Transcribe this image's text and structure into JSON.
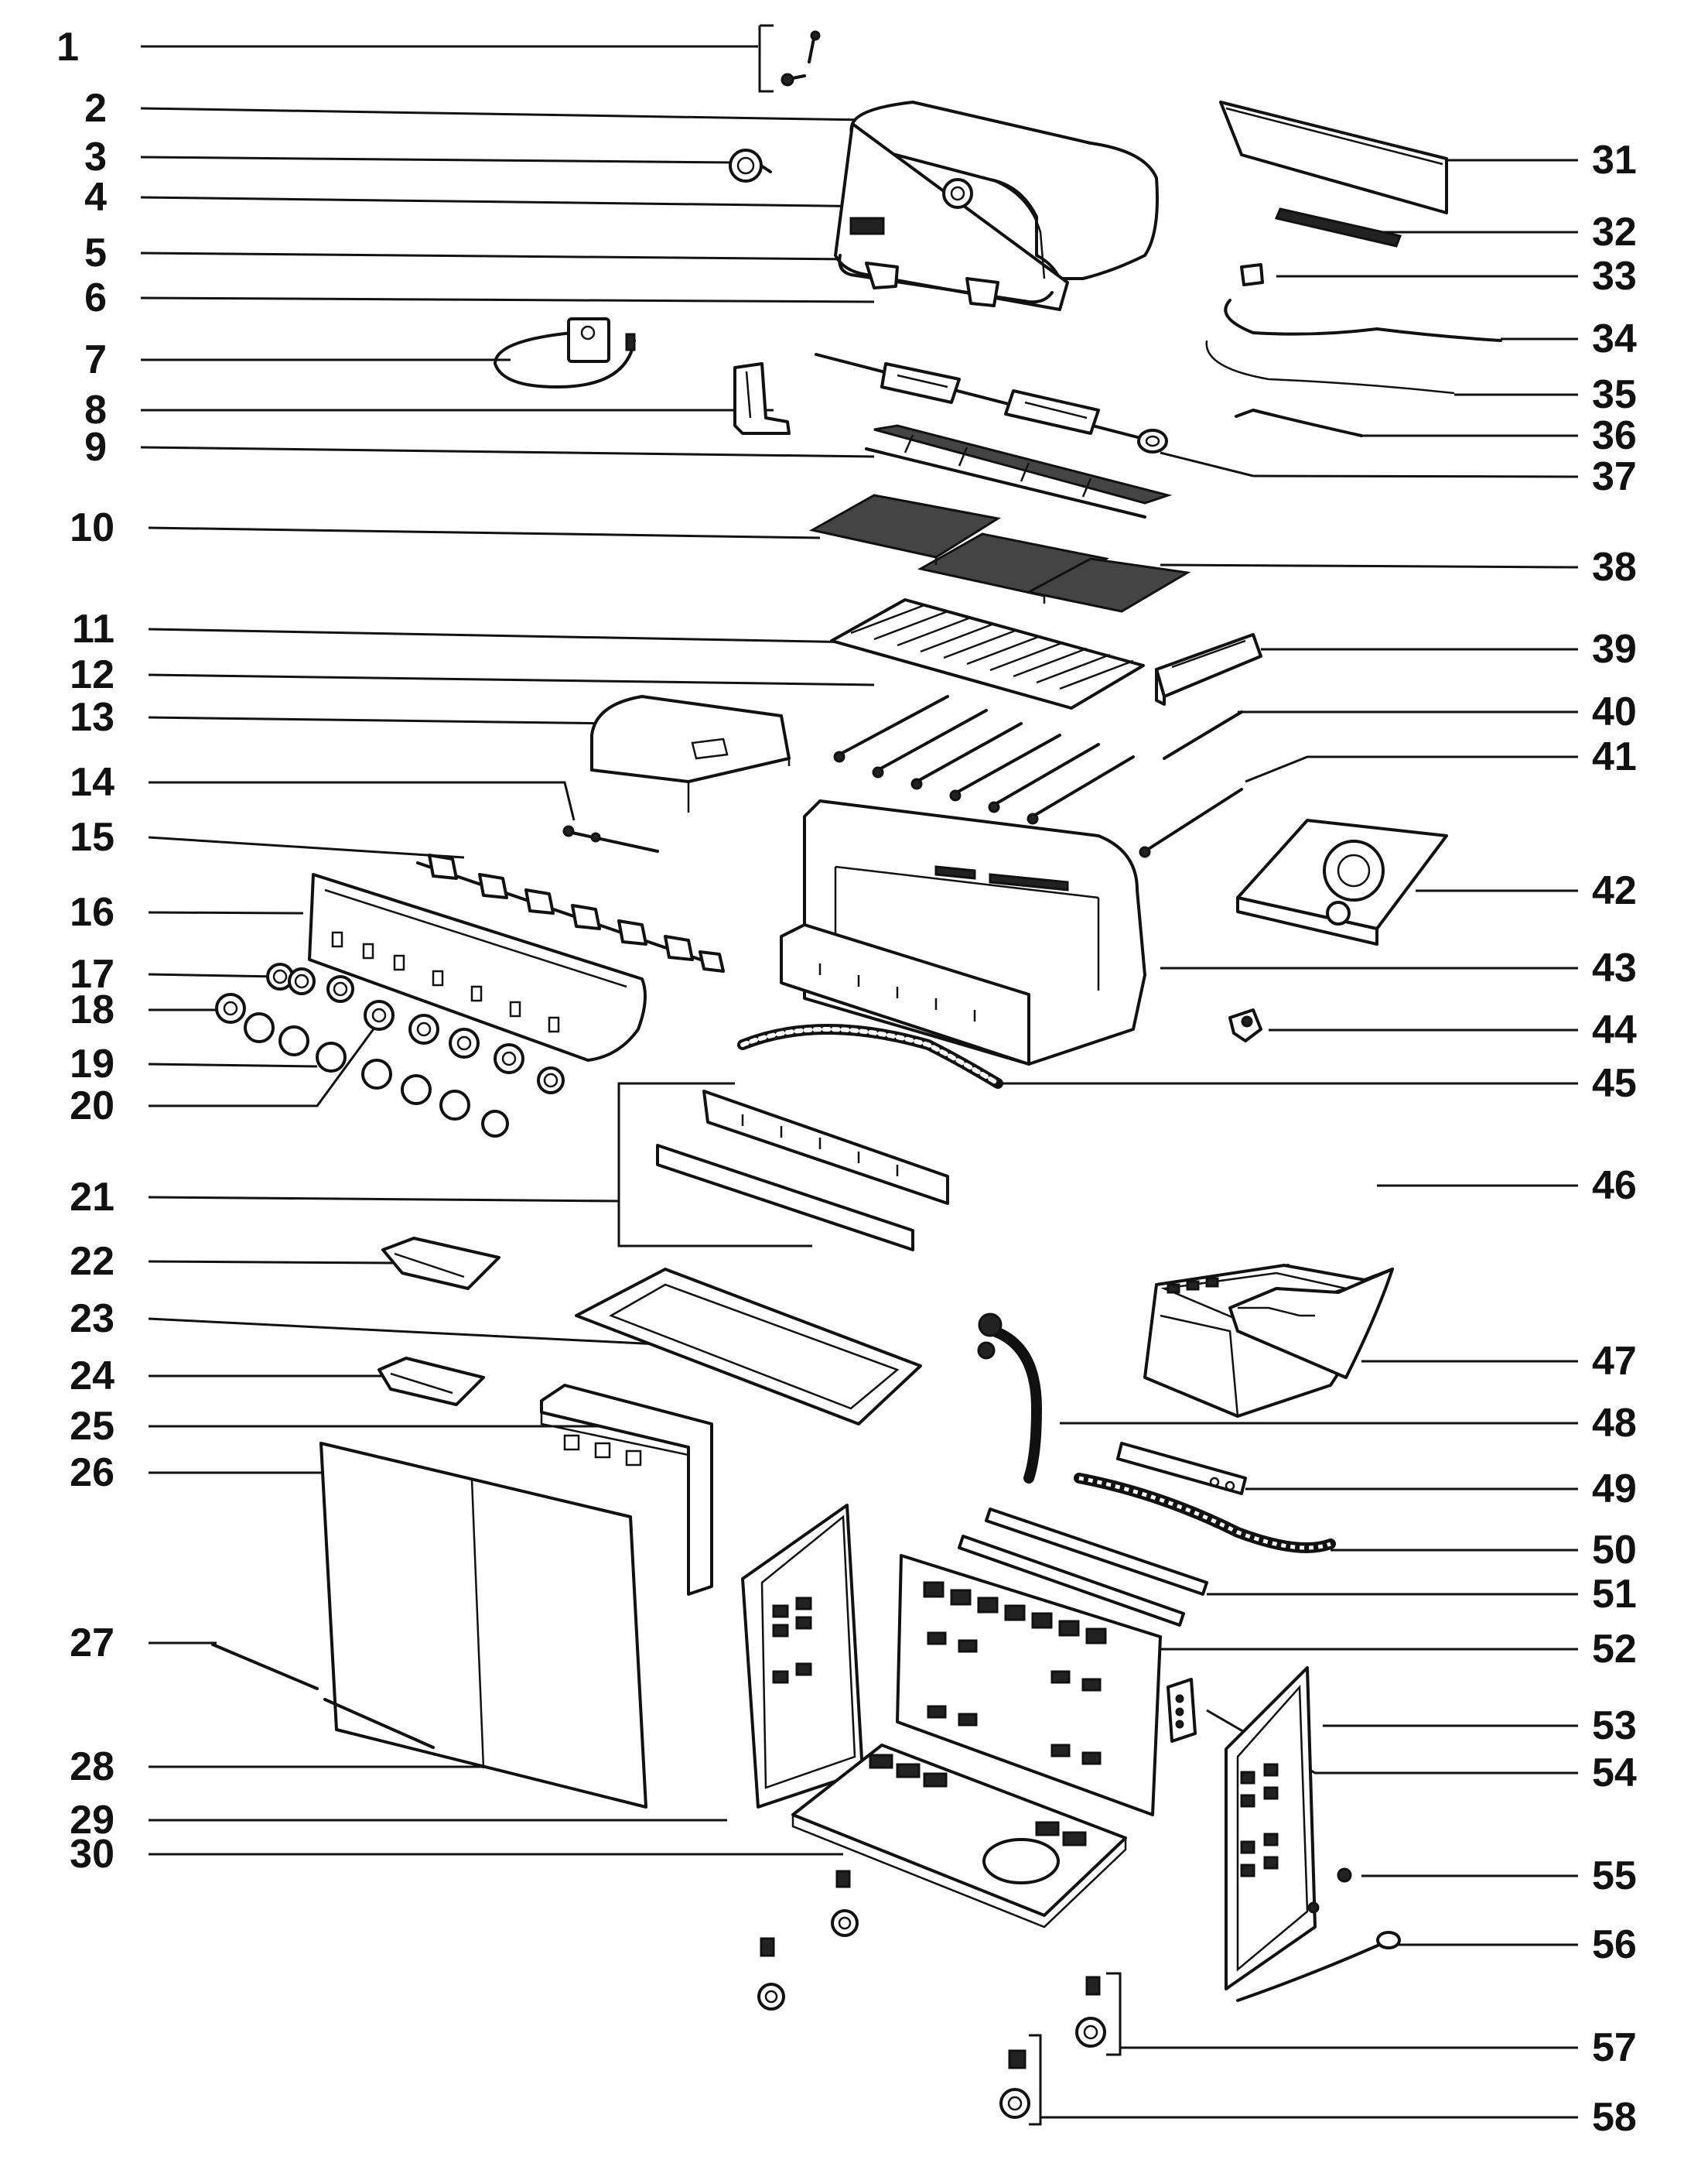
{
  "callouts_left": [
    "1",
    "2",
    "3",
    "4",
    "5",
    "6",
    "7",
    "8",
    "9",
    "10",
    "11",
    "12",
    "13",
    "14",
    "15",
    "16",
    "17",
    "18",
    "19",
    "20",
    "21",
    "22",
    "23",
    "24",
    "25",
    "26",
    "27",
    "28",
    "29",
    "30"
  ],
  "callouts_right": [
    "31",
    "32",
    "33",
    "34",
    "35",
    "36",
    "37",
    "38",
    "39",
    "40",
    "41",
    "42",
    "43",
    "44",
    "45",
    "46",
    "47",
    "48",
    "49",
    "50",
    "51",
    "52",
    "53",
    "54",
    "55",
    "56",
    "57",
    "58"
  ]
}
